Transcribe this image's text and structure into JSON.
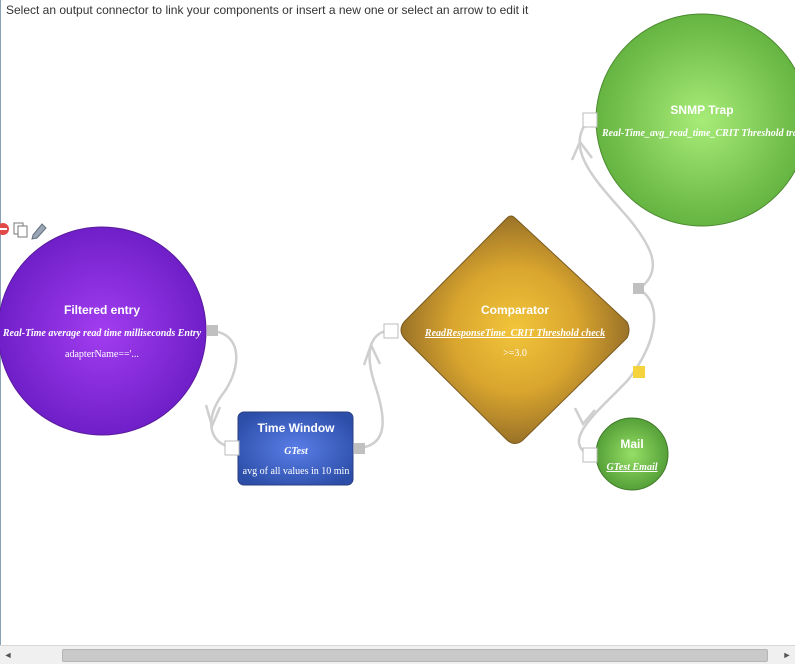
{
  "hint": "Select an output connector to link your components or insert a new one or select an arrow to edit it",
  "colors": {
    "filtered_entry": "#7b22d6",
    "time_window": "#3d5fbf",
    "comparator": "#c69a2c",
    "snmp": "#7fcc52",
    "mail": "#6fc048",
    "connector_gray": "#c8c8c8",
    "selected_yellow": "#f5d33c"
  },
  "toolbar": {
    "delete_icon": "delete-icon",
    "copy_icon": "copy-icon",
    "edit_icon": "pencil-icon"
  },
  "nodes": {
    "filtered_entry": {
      "title": "Filtered entry",
      "subtitle": "Real-Time average read time milliseconds Entry",
      "detail": "adapterName=='..."
    },
    "time_window": {
      "title": "Time Window",
      "subtitle": "GTest",
      "detail": "avg of all values in 10 min"
    },
    "comparator": {
      "title": "Comparator",
      "subtitle": "ReadResponseTime_CRIT Threshold check",
      "detail": ">=3.0"
    },
    "snmp_trap": {
      "title": "SNMP Trap",
      "subtitle": "Real-Time_avg_read_time_CRIT Threshold tra"
    },
    "mail": {
      "title": "Mail",
      "subtitle": "GTest Email"
    }
  },
  "scrollbar": {
    "left_arrow": "◄",
    "right_arrow": "►"
  }
}
